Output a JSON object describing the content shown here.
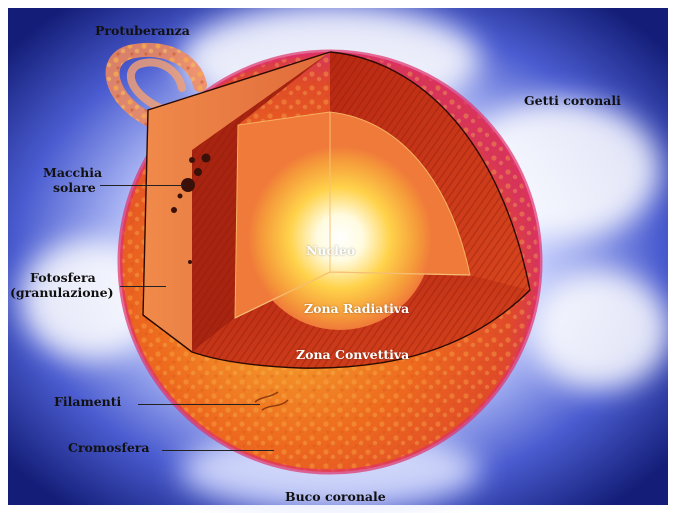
{
  "labels": {
    "protuberanza": "Protuberanza",
    "getti_coronali": "Getti coronali",
    "macchia_solare": [
      "Macchia",
      "solare"
    ],
    "fotosfera": [
      "Fotosfera",
      "(granulazione)"
    ],
    "nucleo": "Nucleo",
    "zona_radiativa": "Zona Radiativa",
    "zona_convettiva": "Zona Convettiva",
    "filamenti": "Filamenti",
    "cromosfera": "Cromosfera",
    "buco_coronale": "Buco coronale"
  },
  "colors": {
    "background_blue": "#1a2a8c",
    "corona_glow": "#eef0ff",
    "photosphere": "#ee6a2a",
    "convective_zone": "#c8341a",
    "radiative_zone": "#f07a3a",
    "core": "#fff7c0",
    "label_text": "#111111"
  }
}
